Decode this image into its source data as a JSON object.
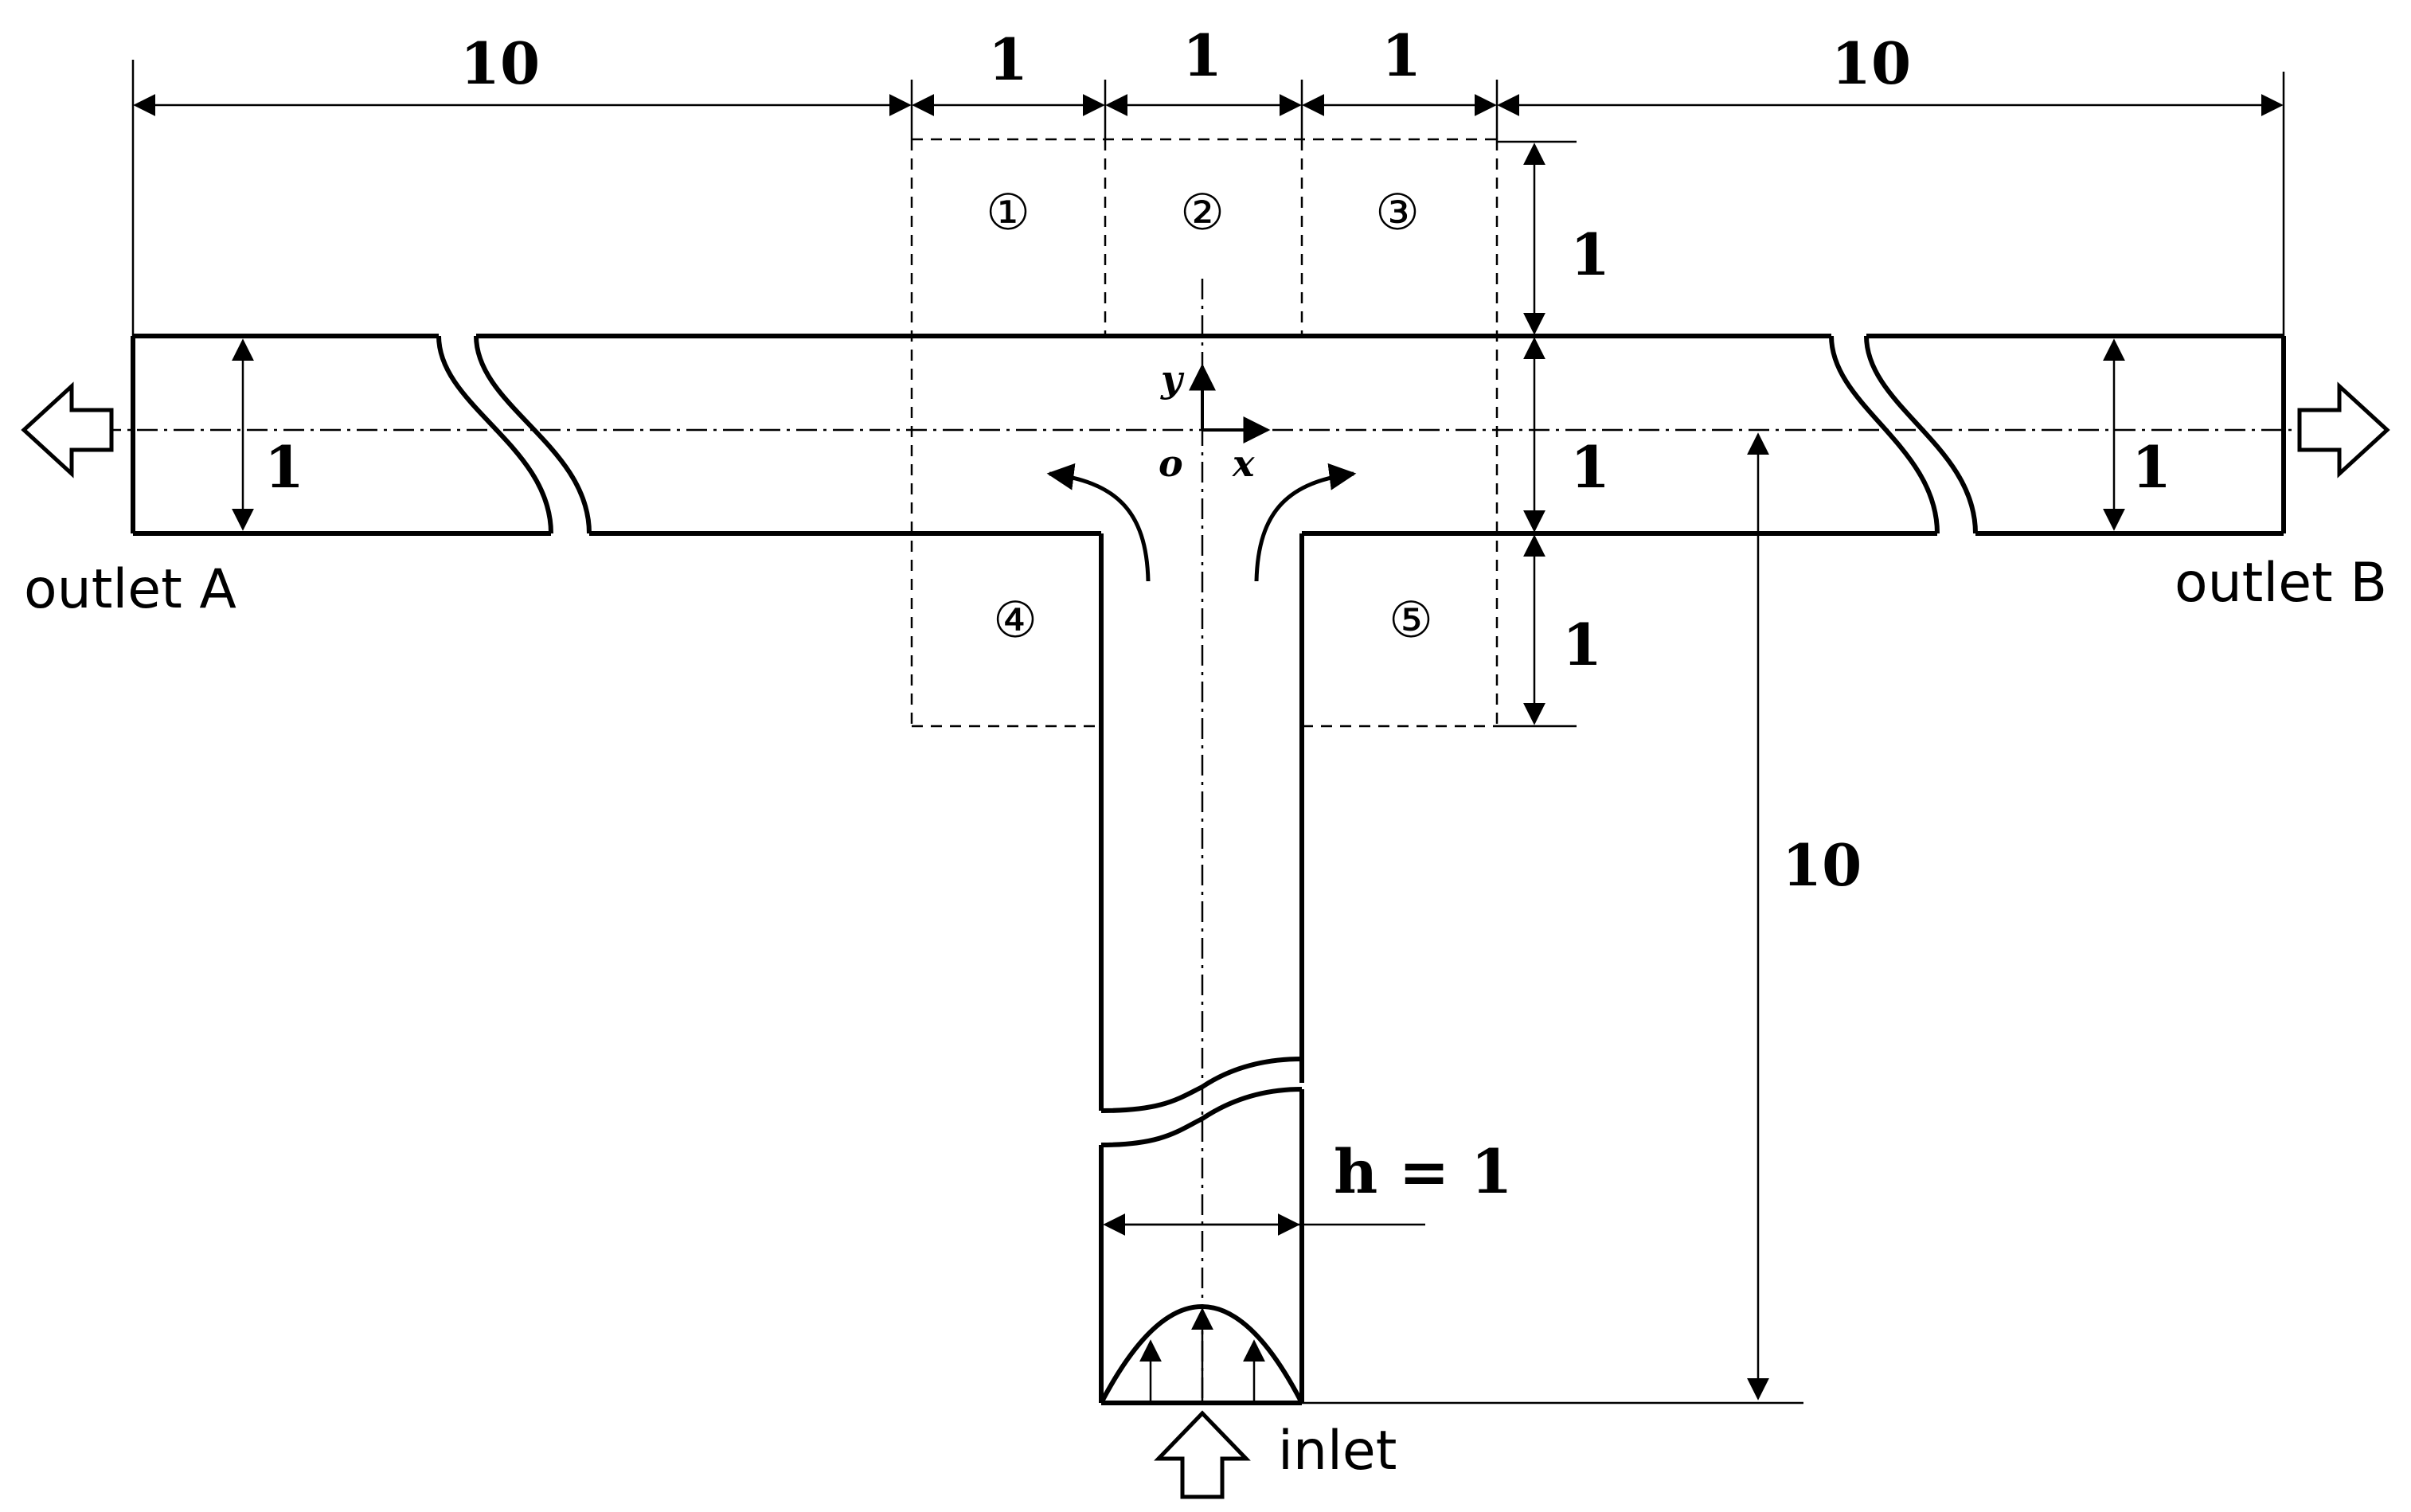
{
  "diagram": {
    "dimensions": {
      "left_length": "10",
      "zone_width_1": "1",
      "zone_width_2": "1",
      "zone_width_3": "1",
      "right_length": "10",
      "upper_zone_height": "1",
      "channel_height_main": "1",
      "lower_zone_height": "1",
      "outlet_a_height": "1",
      "outlet_b_height": "1",
      "inlet_length": "10",
      "inlet_width": "h = 1"
    },
    "zones": [
      "①",
      "②",
      "③",
      "④",
      "⑤"
    ],
    "axes": {
      "y": "y",
      "origin": "o",
      "x": "x"
    },
    "ports": {
      "outlet_a": "outlet A",
      "outlet_b": "outlet B",
      "inlet": "inlet"
    }
  }
}
